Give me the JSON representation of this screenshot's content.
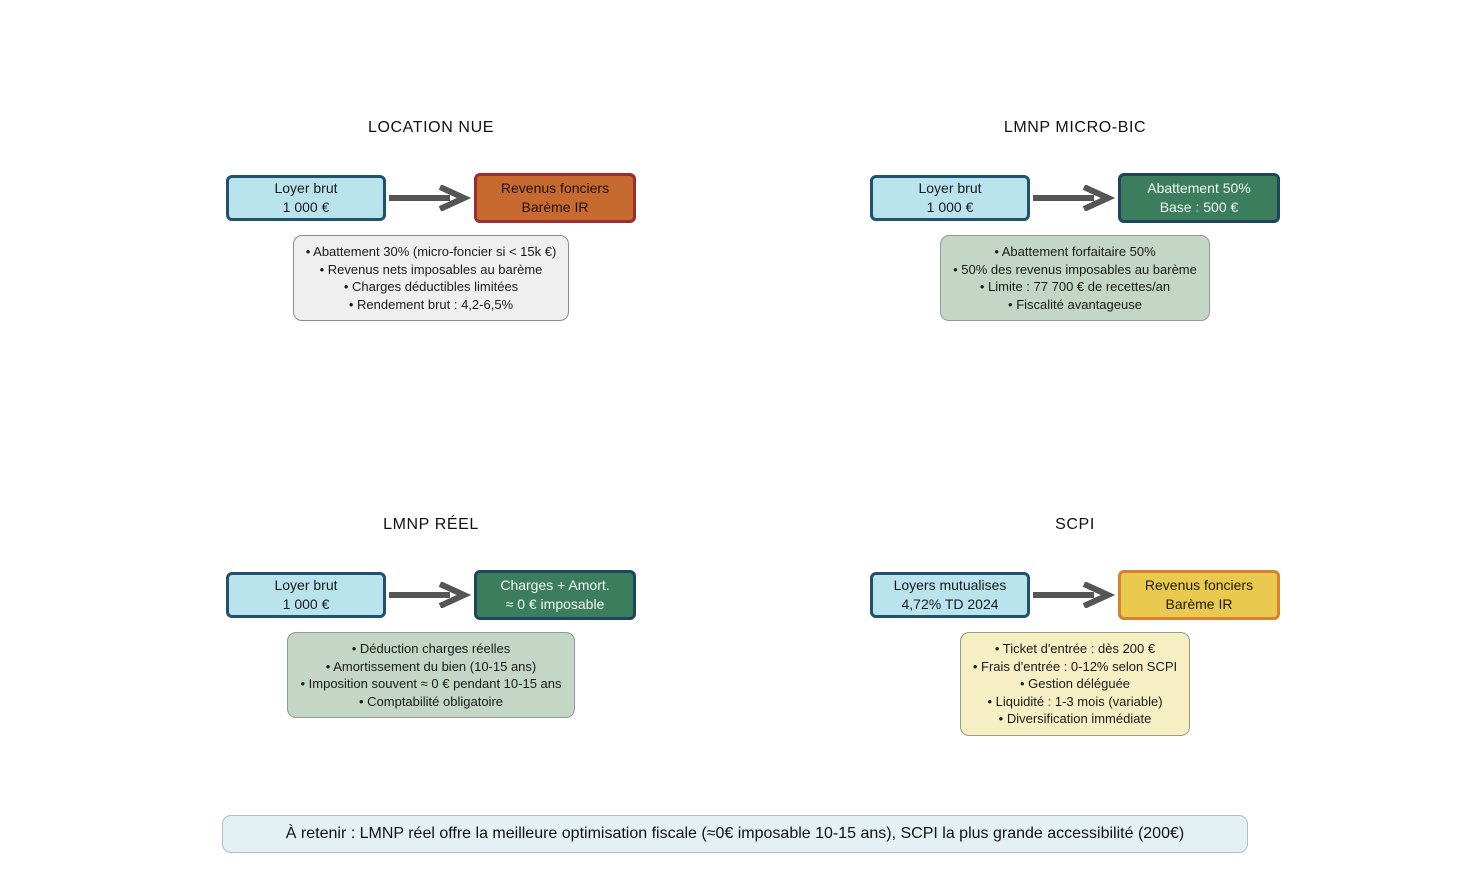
{
  "diagram": {
    "bullet_char": "•",
    "quadrants": [
      {
        "title": "LOCATION NUE",
        "source_line1": "Loyer brut",
        "source_line2": "1 000 €",
        "result_line1": "Revenus fonciers",
        "result_line2": "Barème IR",
        "bullets": [
          "Abattement 30% (micro-foncier si < 15k €)",
          "Revenus nets imposables au barème",
          "Charges déductibles limitées",
          "Rendement brut : 4,2-6,5%"
        ]
      },
      {
        "title": "LMNP MICRO-BIC",
        "source_line1": "Loyer brut",
        "source_line2": "1 000 €",
        "result_line1": "Abattement 50%",
        "result_line2": "Base : 500 €",
        "bullets": [
          "Abattement forfaitaire 50%",
          "50% des revenus imposables au barème",
          "Limite : 77 700 € de recettes/an",
          "Fiscalité avantageuse"
        ]
      },
      {
        "title": "LMNP RÉEL",
        "source_line1": "Loyer brut",
        "source_line2": "1 000 €",
        "result_line1": "Charges + Amort.",
        "result_line2": "≈ 0 € imposable",
        "bullets": [
          "Déduction charges réelles",
          "Amortissement du bien (10-15 ans)",
          "Imposition souvent ≈ 0 € pendant 10-15 ans",
          "Comptabilité obligatoire"
        ]
      },
      {
        "title": "SCPI",
        "source_line1": "Loyers mutualises",
        "source_line2": "4,72% TD 2024",
        "result_line1": "Revenus fonciers",
        "result_line2": "Barème IR",
        "bullets": [
          "Ticket d'entrée : dès 200 €",
          "Frais d'entrée : 0-12% selon SCPI",
          "Gestion déléguée",
          "Liquidité : 1-3 mois (variable)",
          "Diversification immédiate"
        ]
      }
    ],
    "note": "À retenir : LMNP réel offre la meilleure optimisation fiscale (≈0€ imposable 10-15 ans), SCPI la plus grande accessibilité (200€)",
    "colors": {
      "source_fill": "#b9e3ed",
      "source_border": "#20536b",
      "orange_fill": "#c76a2f",
      "orange_border": "#9e2b2e",
      "green_fill": "#3c7d5d",
      "green_border": "#1d455e",
      "yellow_fill": "#e9c94e",
      "yellow_border": "#d9812e",
      "gray_fill": "#efefef",
      "gray_border": "#8c8c8c",
      "sage_fill": "#c4d6c6",
      "sage_border": "#8f9c90",
      "paleyellow_fill": "#f6efc3",
      "paleyellow_border": "#9b9b82",
      "note_fill": "#e3f1f5",
      "note_border": "#aebfc4",
      "arrow": "#555555"
    }
  }
}
